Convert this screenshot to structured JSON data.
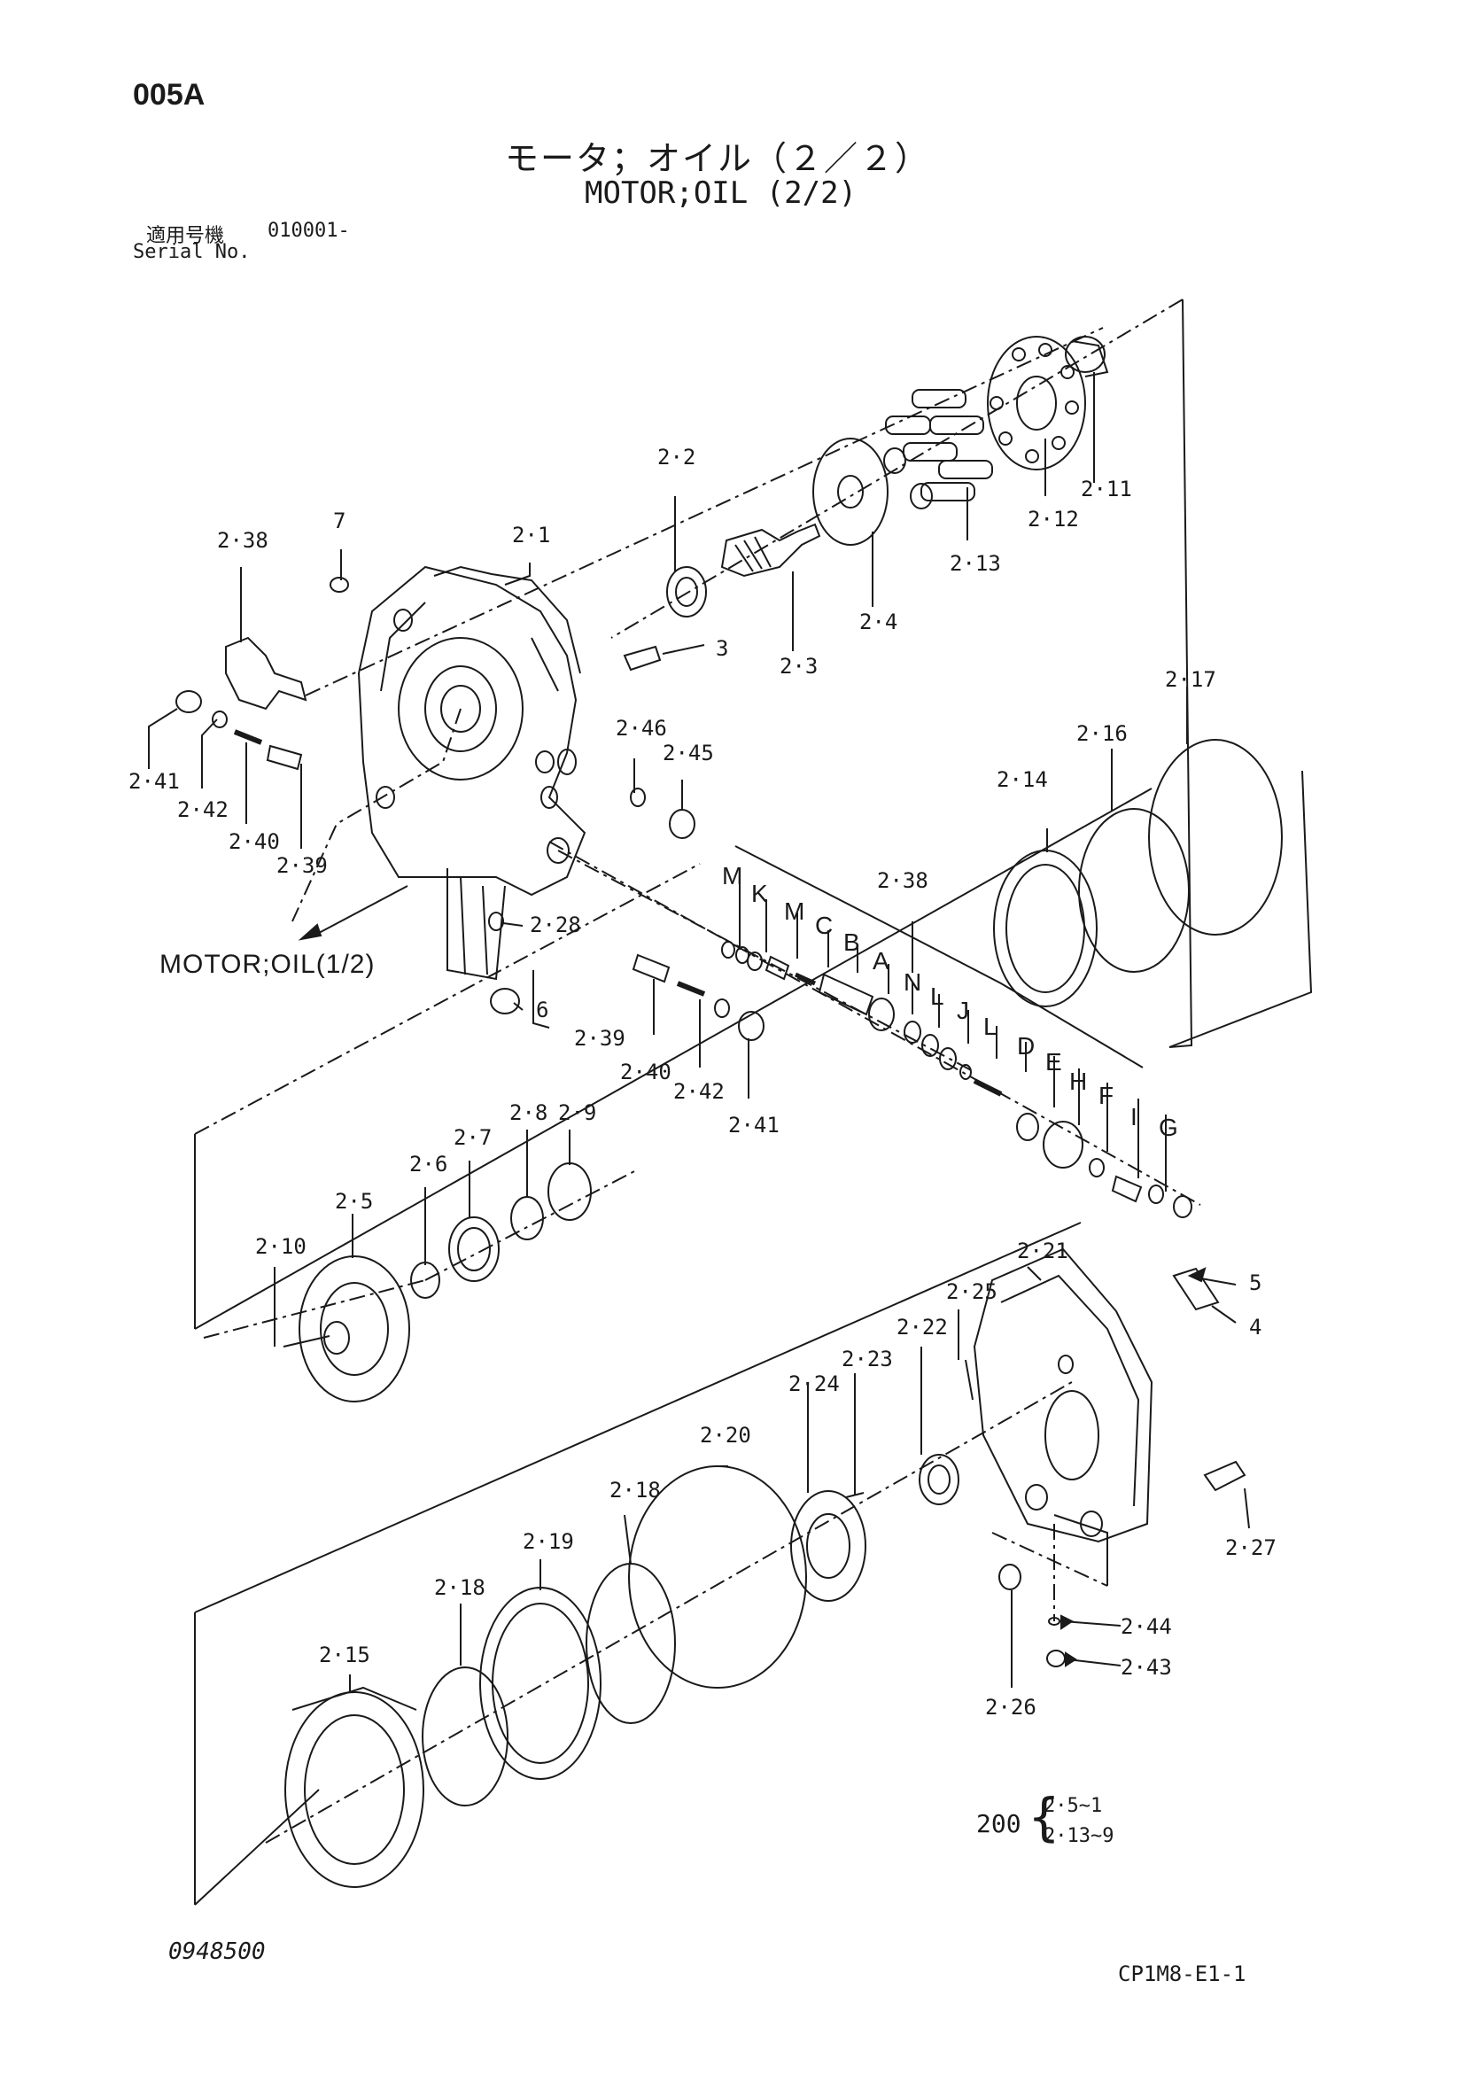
{
  "page_code": "005A",
  "title_jp": "モータ；オイル（２／２）",
  "title_en": "MOTOR;OIL (2/2)",
  "serial": {
    "label_jp": "適用号機",
    "number": "010001-",
    "label_en": "Serial No."
  },
  "cross_ref": "MOTOR;OIL(1/2)",
  "part_labels": [
    "2·1",
    "2·2",
    "2·3",
    "2·4",
    "2·5",
    "2·6",
    "2·7",
    "2·8",
    "2·9",
    "2·10",
    "2·11",
    "2·12",
    "2·13",
    "2·14",
    "2·15",
    "2·16",
    "2·17",
    "2·18",
    "2·18",
    "2·19",
    "2·20",
    "2·21",
    "2·22",
    "2·23",
    "2·24",
    "2·25",
    "2·26",
    "2·27",
    "2·28",
    "2·38",
    "2·38",
    "2·39",
    "2·39",
    "2·40",
    "2·40",
    "2·41",
    "2·41",
    "2·42",
    "2·42",
    "2·43",
    "2·44",
    "2·45",
    "2·46",
    "3",
    "4",
    "5",
    "6",
    "7"
  ],
  "letter_labels": [
    "M",
    "K",
    "M",
    "C",
    "B",
    "A",
    "N",
    "L",
    "J",
    "L",
    "D",
    "E",
    "H",
    "F",
    "I",
    "G"
  ],
  "kit": {
    "qty": "200",
    "line1": "2·5~1",
    "line2": "2·13~9"
  },
  "footer_left": "0948500",
  "footer_right": "CP1M8-E1-1",
  "ink_color": "#1a1a1a"
}
